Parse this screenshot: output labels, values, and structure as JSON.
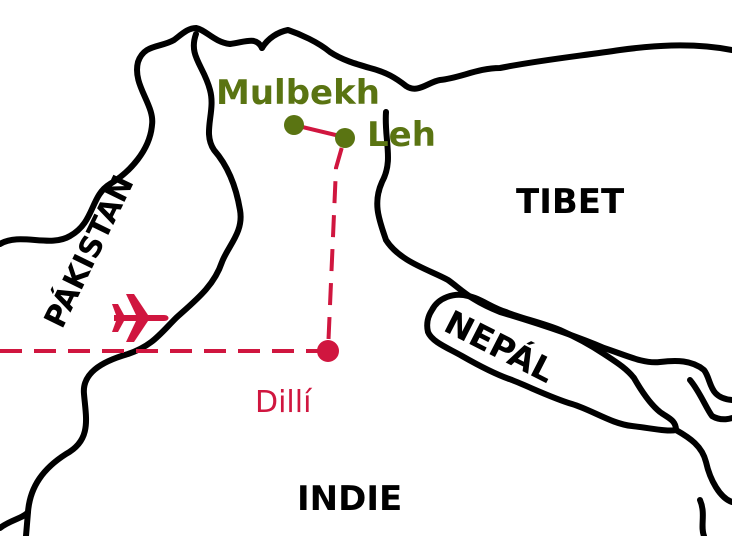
{
  "countries": {
    "pakistan": "PÁKISTÁN",
    "tibet": "TIBET",
    "nepal": "NEPÁL",
    "india": "INDIE"
  },
  "cities": {
    "mulbekh": "Mulbekh",
    "leh": "Leh",
    "delhi": "Dillí"
  },
  "colors": {
    "route": "#d0163f",
    "city_marker": "#5a7412",
    "border": "#000000"
  },
  "icons": {
    "flight": "airplane-icon"
  }
}
